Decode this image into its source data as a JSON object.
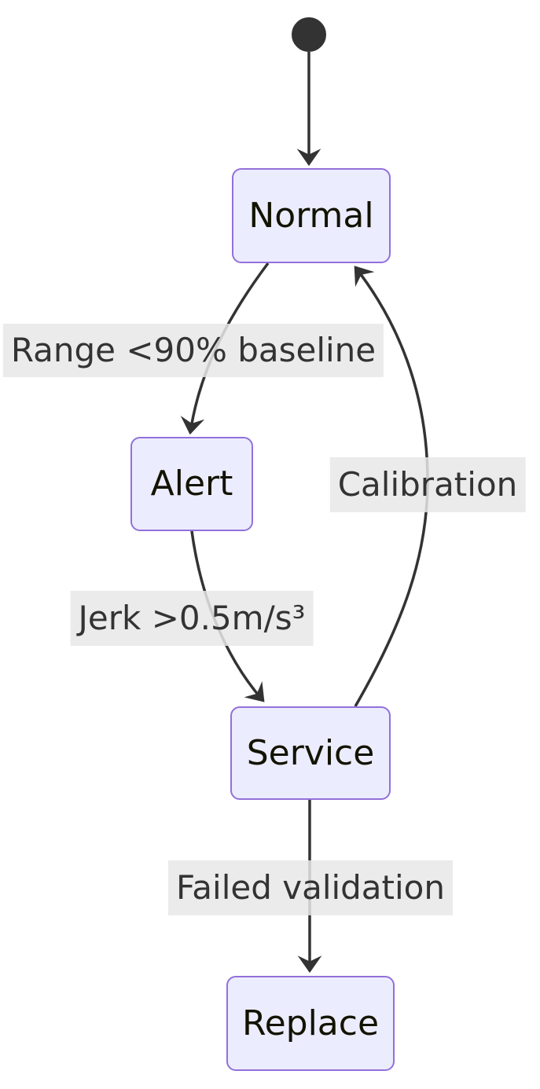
{
  "diagram": {
    "type": "state-diagram",
    "colors": {
      "state_fill": "#ECECFF",
      "state_border": "#9370DB",
      "state_text": "#131300",
      "edge_color": "#333333",
      "edge_label_bg": "#e8e8e8",
      "edge_label_text": "#333333",
      "initial_dot": "#333333",
      "background": "#ffffff"
    },
    "initial_state": {
      "kind": "start-dot"
    },
    "states": [
      {
        "id": "normal",
        "label": "Normal"
      },
      {
        "id": "alert",
        "label": "Alert"
      },
      {
        "id": "service",
        "label": "Service"
      },
      {
        "id": "replace",
        "label": "Replace"
      }
    ],
    "transitions": [
      {
        "from": "start",
        "to": "normal",
        "label": ""
      },
      {
        "from": "normal",
        "to": "alert",
        "label": "Range <90% baseline"
      },
      {
        "from": "alert",
        "to": "service",
        "label": "Jerk >0.5m/s³"
      },
      {
        "from": "service",
        "to": "normal",
        "label": "Calibration"
      },
      {
        "from": "service",
        "to": "replace",
        "label": "Failed validation"
      }
    ]
  }
}
